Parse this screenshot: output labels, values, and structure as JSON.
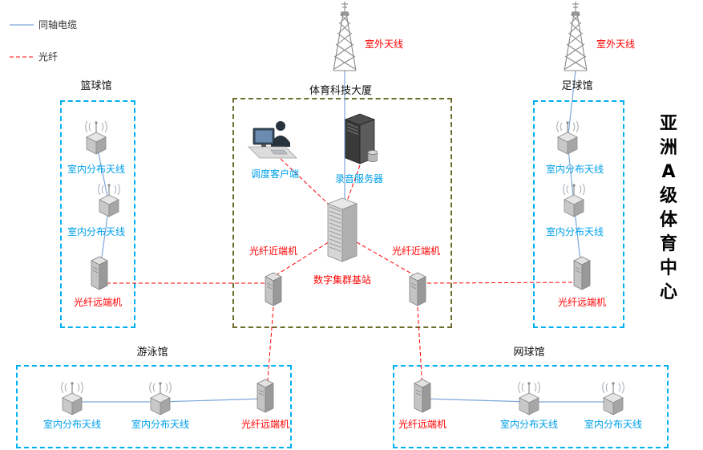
{
  "legend": {
    "coaxial": "同轴电缆",
    "fiber": "光纤"
  },
  "outdoor": {
    "left": "室外天线",
    "right": "室外天线"
  },
  "side_title": "亚洲A级体育中心",
  "building": {
    "title": "体育科技大厦",
    "dispatch_client": "调度客户端",
    "recording_server": "录音服务器",
    "base_station": "数字集群基站",
    "near_end_left": "光纤近端机",
    "near_end_right": "光纤近端机"
  },
  "venues": {
    "basketball": {
      "title": "篮球馆",
      "antenna1": "室内分布天线",
      "antenna2": "室内分布天线",
      "remote": "光纤远端机"
    },
    "football": {
      "title": "足球馆",
      "antenna1": "室内分布天线",
      "antenna2": "室内分布天线",
      "remote": "光纤远端机"
    },
    "swimming": {
      "title": "游泳馆",
      "antenna1": "室内分布天线",
      "antenna2": "室内分布天线",
      "remote": "光纤远端机"
    },
    "tennis": {
      "title": "网球馆",
      "antenna1": "室内分布天线",
      "antenna2": "室内分布天线",
      "remote": "光纤远端机"
    }
  },
  "icons": {
    "tower": "outdoor-antenna-tower",
    "indoor_antenna": "cube-with-whip-antenna-and-waves",
    "fiber_unit": "small-vertical-cabinet",
    "workstation": "operator-at-monitor",
    "server": "dark-tower-server-with-disk",
    "rack": "base-station-rack-cabinet"
  },
  "colors": {
    "coaxial_line": "#7da7d9",
    "fiber_line": "#ff0000",
    "venue_border": "#00b0f0",
    "building_border": "#6b6b2a",
    "label_blue": "#00a0e9",
    "label_red": "#ff0000"
  }
}
